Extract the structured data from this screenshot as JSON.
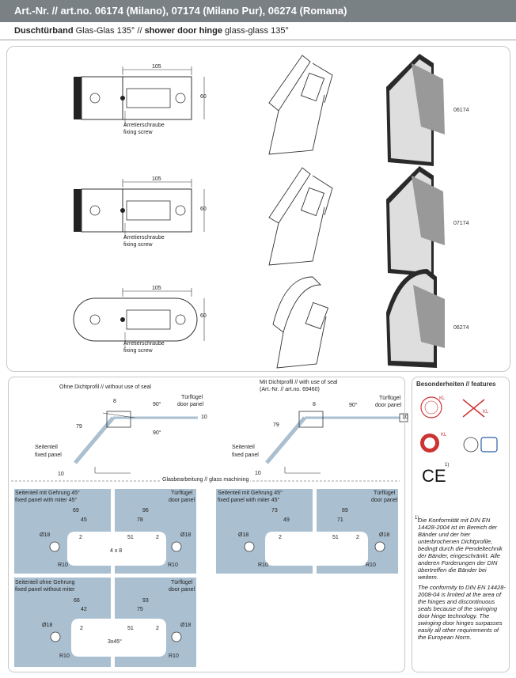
{
  "header": {
    "title": "Art.-Nr. // art.no. 06174 (Milano), 07174 (Milano Pur), 06274 (Romana)"
  },
  "subtitle": {
    "de_bold": "Duschtürband",
    "de_rest": " Glas-Glas 135° // ",
    "en_bold": "shower door hinge",
    "en_rest": " glass-glass 135°"
  },
  "products": [
    {
      "article": "06174",
      "width_dim": "105",
      "height_dim": "60",
      "screw_de": "Arretierschraube",
      "screw_en": "fixing screw"
    },
    {
      "article": "07174",
      "width_dim": "105",
      "height_dim": "60",
      "screw_de": "Arretierschraube",
      "screw_en": "fixing screw"
    },
    {
      "article": "06274",
      "width_dim": "105",
      "height_dim": "60",
      "screw_de": "Arretierschraube",
      "screw_en": "fixing screw"
    }
  ],
  "installation": {
    "left_title": "Ohne Dichtprofil // without use of seal",
    "right_title": "Mit Dichtprofil // with use of seal",
    "right_subtitle": "(Art.-Nr. // art.no. 69460)",
    "door_de": "Türflügel",
    "door_en": "door panel",
    "fixed_de": "Seitenteil",
    "fixed_en": "fixed panel",
    "angle_90": "90°",
    "left_dims": {
      "d8": "8",
      "d79": "79",
      "d10a": "10",
      "d10b": "10"
    },
    "right_dims": {
      "d8": "8",
      "d79": "79",
      "d10a": "10",
      "d10b": "10"
    }
  },
  "machining": {
    "title": "Glasbearbeitung // glass machining",
    "top_left": {
      "fixed_de": "Seitenteil mit Gehrung 45°",
      "fixed_en": "fixed panel with miter 45°",
      "door_de": "Türflügel",
      "door_en": "door panel",
      "d69": "69",
      "d45": "45",
      "d96": "96",
      "d78": "78",
      "d18a": "Ø18",
      "d18b": "Ø18",
      "d2a": "2",
      "d51": "51",
      "d2b": "2",
      "r10a": "R10",
      "r10b": "R10",
      "d4x8": "4 x 8"
    },
    "top_right": {
      "fixed_de": "Seitenteil mit Gehrung 45°",
      "fixed_en": "fixed panel with miter 45°",
      "door_de": "Türflügel",
      "door_en": "door panel",
      "d73": "73",
      "d49": "49",
      "d89": "89",
      "d71": "71",
      "d18a": "Ø18",
      "d18b": "Ø18",
      "d2a": "2",
      "d51": "51",
      "d2b": "2",
      "r10a": "R10",
      "r10b": "R10"
    },
    "bottom_left": {
      "fixed_de": "Seitenteil ohne Gehrung",
      "fixed_en": "fixed panel without miter",
      "door_de": "Türflügel",
      "door_en": "door panel",
      "d66": "66",
      "d42": "42",
      "d93": "93",
      "d75": "75",
      "d18a": "Ø18",
      "d18b": "Ø18",
      "d2a": "2",
      "d51": "51",
      "d2b": "2",
      "r10a": "R10",
      "r10b": "R10",
      "d3x45": "3x45°"
    }
  },
  "features": {
    "title": "Besonderheiten // features",
    "ce_note": "1)",
    "kl_label": "KL",
    "note_num": "1)",
    "note_de": "Die Konformität mit DIN EN 14428-2004 ist im Bereich der Bänder und der hier unterbrochenen Dichtprofile, bedingt durch die Pendeltechnik der Bänder, eingeschränkt. Alle anderen Forderungen der DIN übertreffen die Bänder bei weitem.",
    "note_en": "The conformity to DIN EN 14428-2008-04 is limited at the area of the hinges and discontinuous seals because of the swinging door hinge technology. The swinging door hinges surpasses easily all other requirements of the European Norm."
  }
}
